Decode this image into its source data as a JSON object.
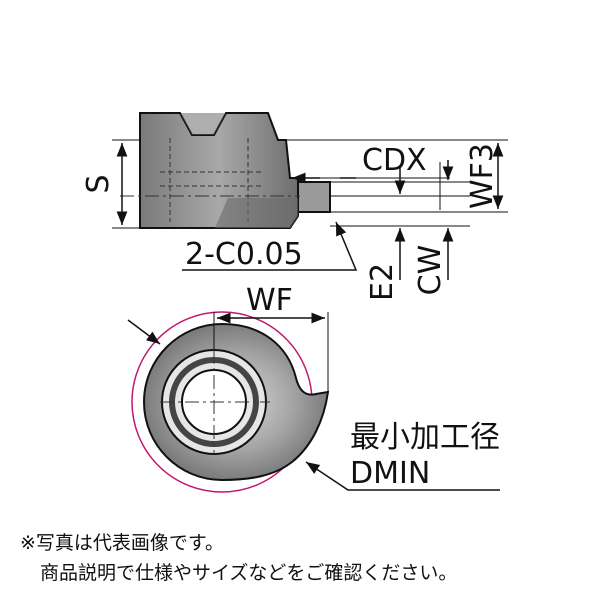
{
  "labels": {
    "cdx": "CDX",
    "wf3": "WF3",
    "s": "S",
    "chamfer": "2-C0.05",
    "e2": "E2",
    "cw": "CW",
    "wf": "WF",
    "min_dia_jp": "最小加工径",
    "dmin": "DMIN"
  },
  "notes": {
    "line1": "※写真は代表画像です。",
    "line2": "商品説明で仕様やサイズなどをご確認ください。"
  },
  "colors": {
    "body": "#8c8c8c",
    "body_light": "#b9b9b9",
    "body_dark": "#5e5e5e",
    "outline": "#111111",
    "circle": "#c0186e"
  }
}
